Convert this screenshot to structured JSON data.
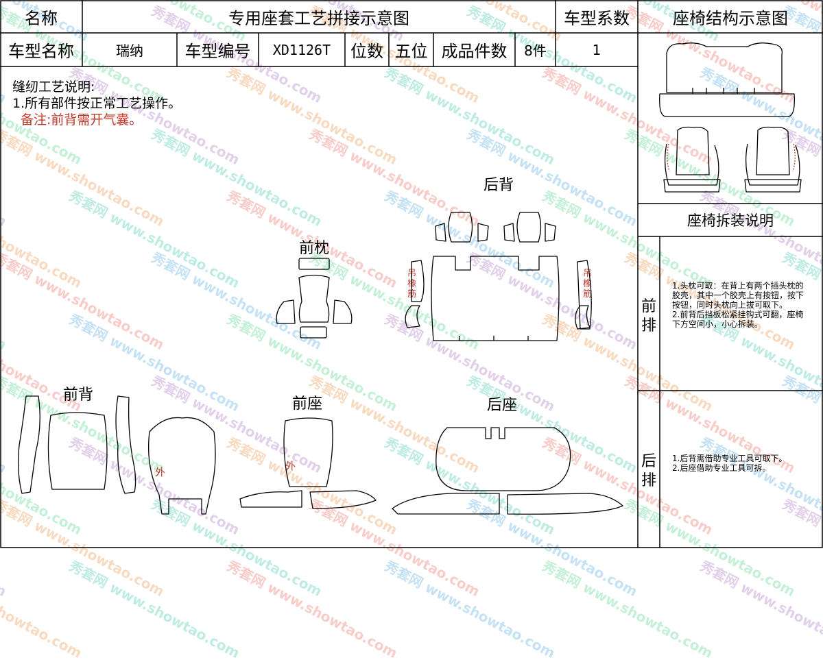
{
  "header": {
    "name_label": "名称",
    "title": "专用座套工艺拼接示意图",
    "coef_label": "车型系数",
    "structure_title": "座椅结构示意图"
  },
  "model_row": {
    "model_name_label": "车型名称",
    "model_name": "瑞纳",
    "model_code_label": "车型编号",
    "model_code": "XD1126T",
    "seats_label": "位数",
    "seats": "五位",
    "pieces_label": "成品件数",
    "pieces": "8件",
    "coef_value": "1"
  },
  "notes": {
    "heading": "缝纫工艺说明:",
    "item1": "1.所有部件按正常工艺操作。",
    "remark": "备注:前背需开气囊。"
  },
  "parts": {
    "front_headrest": "前枕",
    "rear_back": "后背",
    "front_back": "前背",
    "front_seat": "前座",
    "rear_seat": "后座",
    "hang_band_left": "吊橡筋",
    "hang_band_right": "吊橡筋",
    "outer_left": "外",
    "outer_right": "外"
  },
  "removal": {
    "title": "座椅拆装说明",
    "front_row_label": "前排",
    "front_row_text": "1.头枕可取：在背上有两个插头枕的胶壳，其中一个胶壳上有按钮，按下按钮，同时头枕向上拔可取下。\n2.前背后挡板松紧挂钩式可翻，座椅下方空间小，小心拆装。",
    "rear_row_label": "后排",
    "rear_row_text": "1.后背需借助专业工具可取下。\n2.后座借助专业工具可拆。"
  },
  "watermark": {
    "cn": "秀套网",
    "url": "www.showtao.com",
    "colors": [
      "#e74c3c",
      "#3498db",
      "#2ecc71",
      "#9b59b6",
      "#e67e22",
      "#1abc9c"
    ]
  }
}
